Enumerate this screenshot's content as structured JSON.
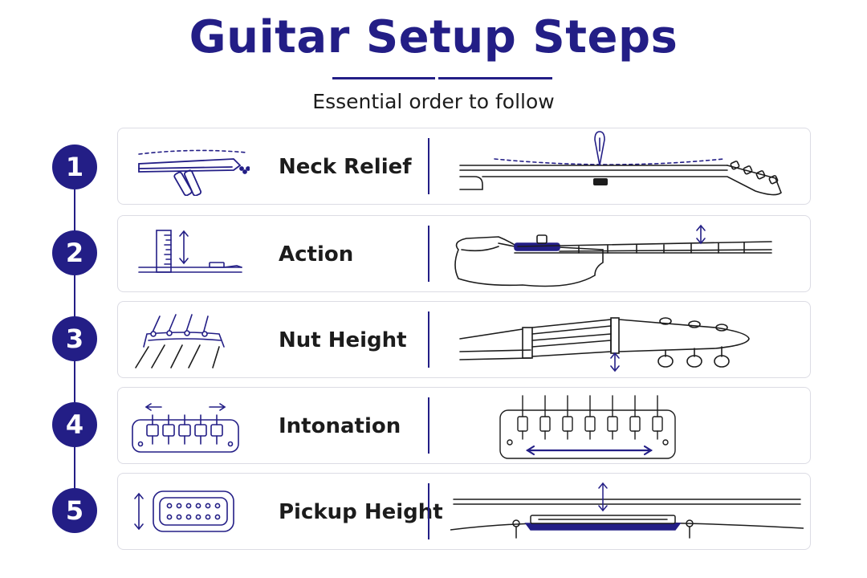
{
  "header": {
    "title": "Guitar Setup Steps",
    "subtitle": "Essential order to follow"
  },
  "steps": [
    {
      "number": "1",
      "label": "Neck Relief",
      "left_icon": "neck-relief-icon",
      "illustration": "neck-relief-illustration"
    },
    {
      "number": "2",
      "label": "Action",
      "left_icon": "action-ruler-icon",
      "illustration": "action-illustration"
    },
    {
      "number": "3",
      "label": "Nut Height",
      "left_icon": "nut-icon",
      "illustration": "nut-height-illustration"
    },
    {
      "number": "4",
      "label": "Intonation",
      "left_icon": "bridge-saddle-icon",
      "illustration": "intonation-illustration"
    },
    {
      "number": "5",
      "label": "Pickup Height",
      "left_icon": "pickup-icon",
      "illustration": "pickup-height-illustration"
    }
  ],
  "colors": {
    "accent": "#231e86",
    "text": "#1c1c1c",
    "card_border": "#dcdce4"
  }
}
